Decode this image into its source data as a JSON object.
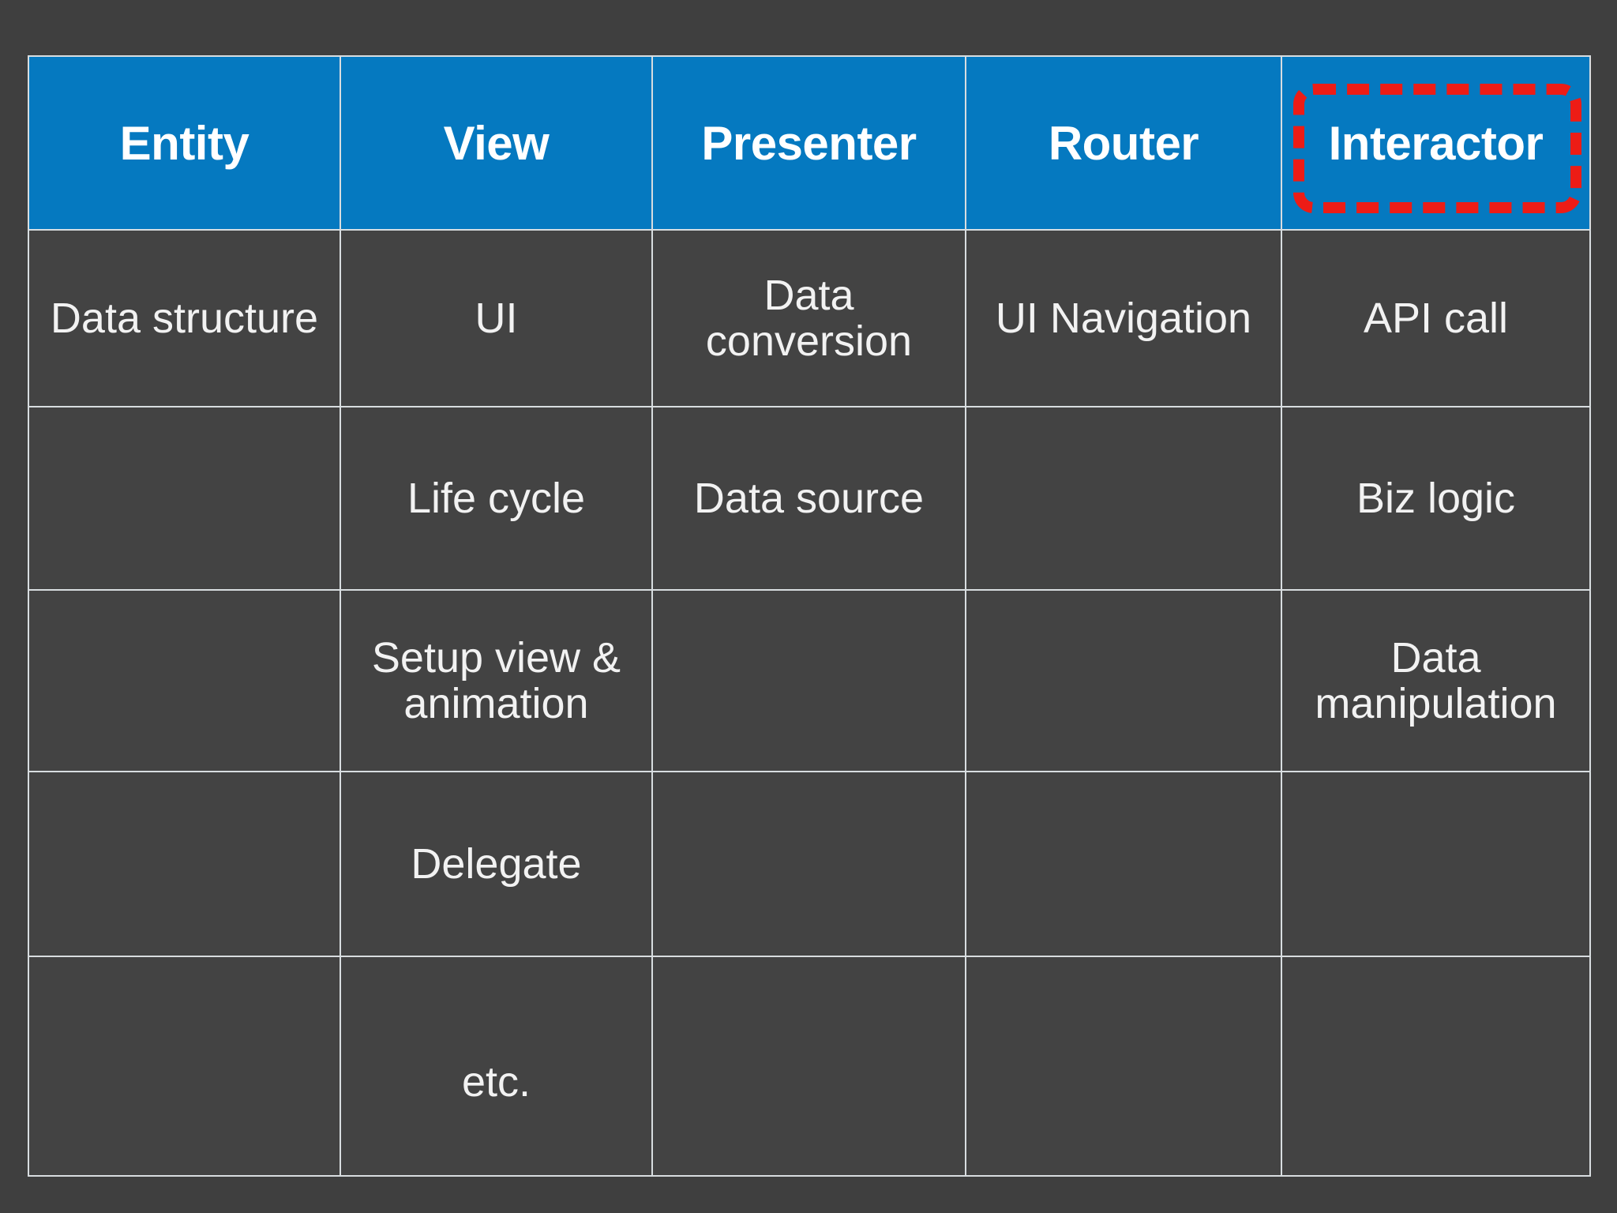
{
  "slide": {
    "background_color": "#3f3f3f",
    "header_color": "#0579c0",
    "cell_color": "#434343",
    "grid_line_color": "#d8dde0",
    "highlight_color": "#ed1c16",
    "text_color": "#ffffff"
  },
  "table": {
    "columns": [
      "Entity",
      "View",
      "Presenter",
      "Router",
      "Interactor"
    ],
    "highlighted_column": "Interactor",
    "rows": [
      [
        "Data structure",
        "UI",
        "Data conversion",
        "UI Navigation",
        "API call"
      ],
      [
        "",
        "Life cycle",
        "Data source",
        "",
        "Biz logic"
      ],
      [
        "",
        "Setup view & animation",
        "",
        "",
        "Data manipulation"
      ],
      [
        "",
        "Delegate",
        "",
        "",
        ""
      ],
      [
        "",
        "etc.",
        "",
        "",
        ""
      ]
    ]
  }
}
